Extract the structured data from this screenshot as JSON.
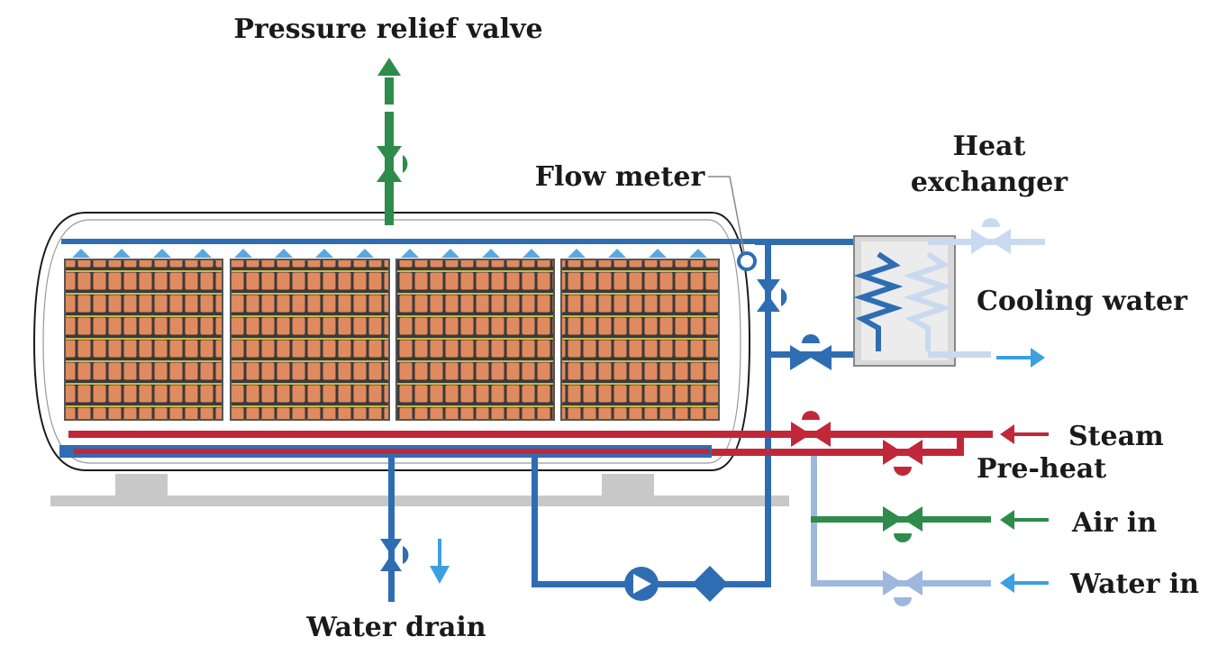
{
  "labels": {
    "pressure_relief_valve": "Pressure relief valve",
    "flow_meter": "Flow meter",
    "heat_exchanger_line1": "Heat",
    "heat_exchanger_line2": "exchanger",
    "cooling_water": "Cooling water",
    "steam": "Steam",
    "pre_heat": "Pre-heat",
    "air_in": "Air in",
    "water_in": "Water in",
    "water_drain": "Water drain"
  },
  "colors": {
    "water_pipe": "#2f6db3",
    "steam_pipe": "#c0283a",
    "air_pipe": "#2e8b4b",
    "light_water_pipe": "#9db8dc",
    "cooling_pipe": "#c9daf0",
    "arrow_blue": "#3aa0e0",
    "product": "#e08a5f",
    "tray": "#c9b84a",
    "base": "#c8c8c8"
  }
}
